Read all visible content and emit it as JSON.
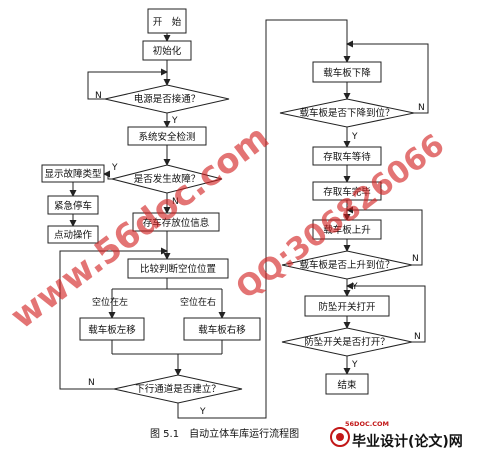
{
  "nodes": {
    "start": "开　始",
    "init": "初始化",
    "power_check": "电源是否接通？",
    "safety_check": "系统安全检测",
    "fault_check": "是否发生故障？",
    "show_fault": "显示故障类型",
    "emergency_stop": "紧急停车",
    "jog_op": "点动操作",
    "store_info": "存车存放位信息",
    "compare_pos": "比较判断空位位置",
    "space_left": "空位在左",
    "space_right": "空位在右",
    "plate_left": "载车板左移",
    "plate_right": "载车板右移",
    "channel_check": "下行通道是否建立？",
    "plate_down": "载车板下降",
    "down_check": "载车板是否下降到位？",
    "wait_park": "存取车等待",
    "park_done": "存取车完毕",
    "plate_up": "载车板上升",
    "up_check": "载车板是否上升到位？",
    "fall_open": "防坠开关打开",
    "fall_check": "防坠开关是否打开？",
    "end": "结束"
  },
  "labels": {
    "yes": "Y",
    "no": "N"
  },
  "caption": "图 5.1　自动立体车库运行流程图",
  "watermarks": {
    "site": "www.56doc.com",
    "qq": "QQ:306826066",
    "logo_top": "56DOC.COM",
    "logo_main": "毕业设计(论文)网"
  },
  "colors": {
    "line": "#222222",
    "watermark": "#d21e1e",
    "logo_ring": "#c21818"
  }
}
